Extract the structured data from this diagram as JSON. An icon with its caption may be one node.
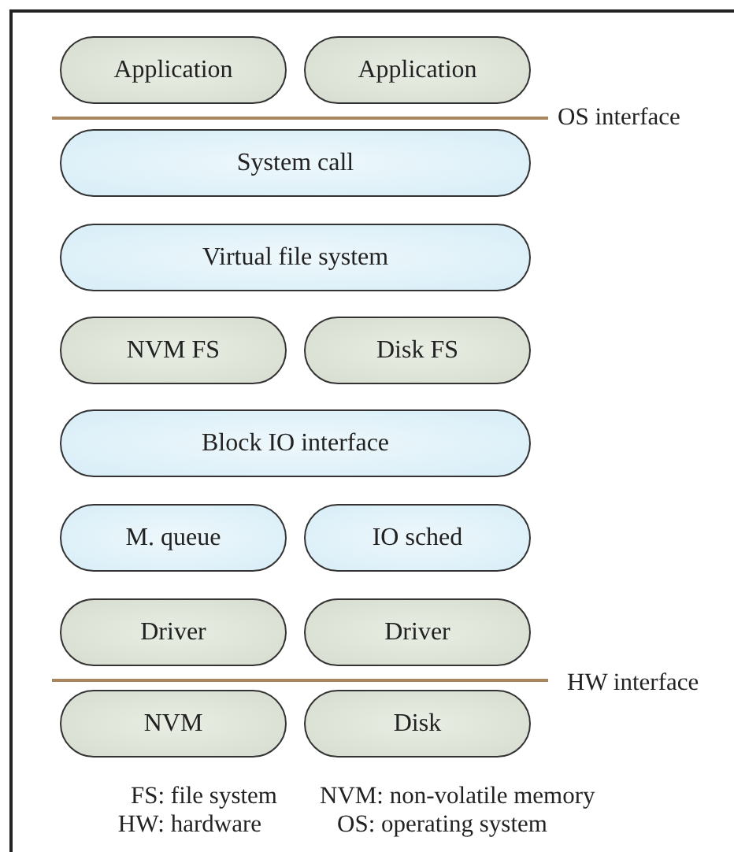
{
  "diagram": {
    "nodes": [
      {
        "text": [
          "Application"
        ]
      },
      {
        "text": [
          "Application"
        ]
      },
      {
        "text": [
          "System call"
        ]
      },
      {
        "text": [
          "Virtual file system"
        ]
      },
      {
        "text": [
          "NVM FS"
        ]
      },
      {
        "text": [
          "Disk FS"
        ]
      },
      {
        "text": [
          "Block IO interface"
        ]
      },
      {
        "text": [
          "M. queue"
        ]
      },
      {
        "text": [
          "IO sched"
        ]
      },
      {
        "text": [
          "Driver"
        ]
      },
      {
        "text": [
          "Driver"
        ]
      },
      {
        "text": [
          "NVM"
        ]
      },
      {
        "text": [
          "Disk"
        ]
      }
    ],
    "edges": [],
    "labels": [
      "OS interface",
      "HW interface",
      "FS: file system",
      "NVM: non-volatile memory",
      "HW: hardware",
      "OS: operating system"
    ]
  }
}
